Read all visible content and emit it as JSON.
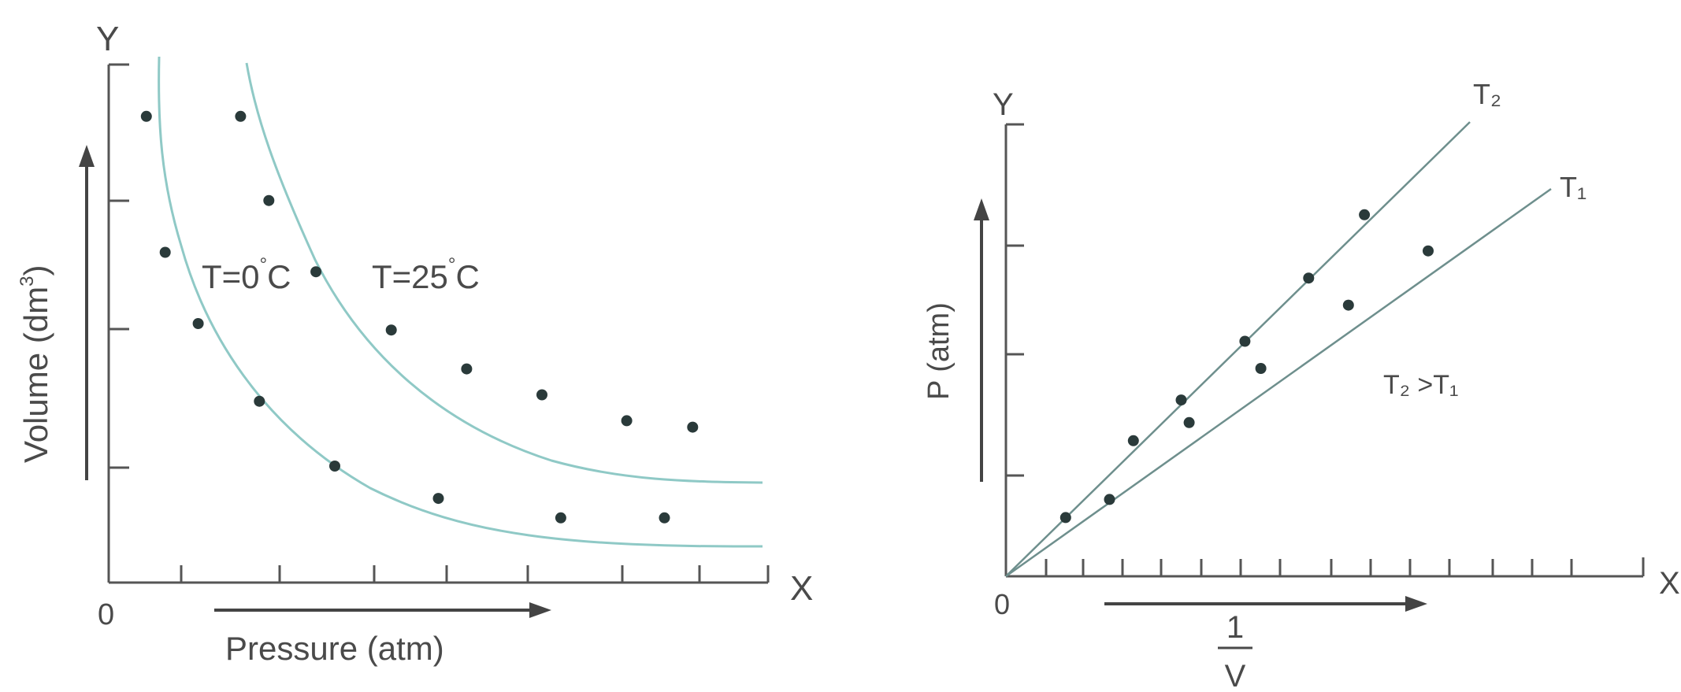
{
  "chart_data": [
    {
      "type": "line",
      "title": "",
      "xlabel": "Pressure (atm)",
      "ylabel": "Volume (dm³)",
      "y_unit_superscript": "3",
      "axis_x_letter": "X",
      "axis_y_letter": "Y",
      "origin_label": "0",
      "series": [
        {
          "name": "T=0°C",
          "label_main": "T=0",
          "label_degree": "°",
          "label_unit": "C",
          "x": [
            0.4,
            0.6,
            0.95,
            1.6,
            2.4,
            3.5,
            4.8,
            5.9
          ],
          "y": [
            7.2,
            5.1,
            4.0,
            2.8,
            1.8,
            1.3,
            1.0,
            1.0
          ]
        },
        {
          "name": "T=25°C",
          "label_main": "T=25",
          "label_degree": "°",
          "label_unit": "C",
          "x": [
            1.4,
            1.7,
            2.2,
            3.0,
            3.8,
            4.6,
            5.5,
            6.2
          ],
          "y": [
            7.2,
            5.9,
            4.8,
            3.9,
            3.3,
            2.9,
            2.5,
            2.4
          ]
        }
      ],
      "xlim": [
        0,
        7
      ],
      "ylim": [
        0,
        8
      ],
      "grid": false
    },
    {
      "type": "line",
      "title": "",
      "xlabel": "1/V",
      "xlabel_numerator": "1",
      "xlabel_denominator": "V",
      "ylabel": "P (atm)",
      "axis_x_letter": "X",
      "axis_y_letter": "Y",
      "origin_label": "0",
      "annotation": "T₂ >T₁",
      "series": [
        {
          "name": "T₂",
          "x": [
            0.75,
            1.6,
            2.2,
            3.0,
            3.8,
            4.5
          ],
          "y": [
            0.65,
            1.5,
            1.95,
            2.6,
            3.3,
            4.0
          ]
        },
        {
          "name": "T₁",
          "x": [
            1.3,
            2.3,
            3.2,
            4.3,
            5.3
          ],
          "y": [
            0.85,
            1.7,
            2.3,
            3.0,
            3.6
          ]
        }
      ],
      "xlim": [
        0,
        8
      ],
      "ylim": [
        0,
        5
      ],
      "grid": false
    }
  ]
}
